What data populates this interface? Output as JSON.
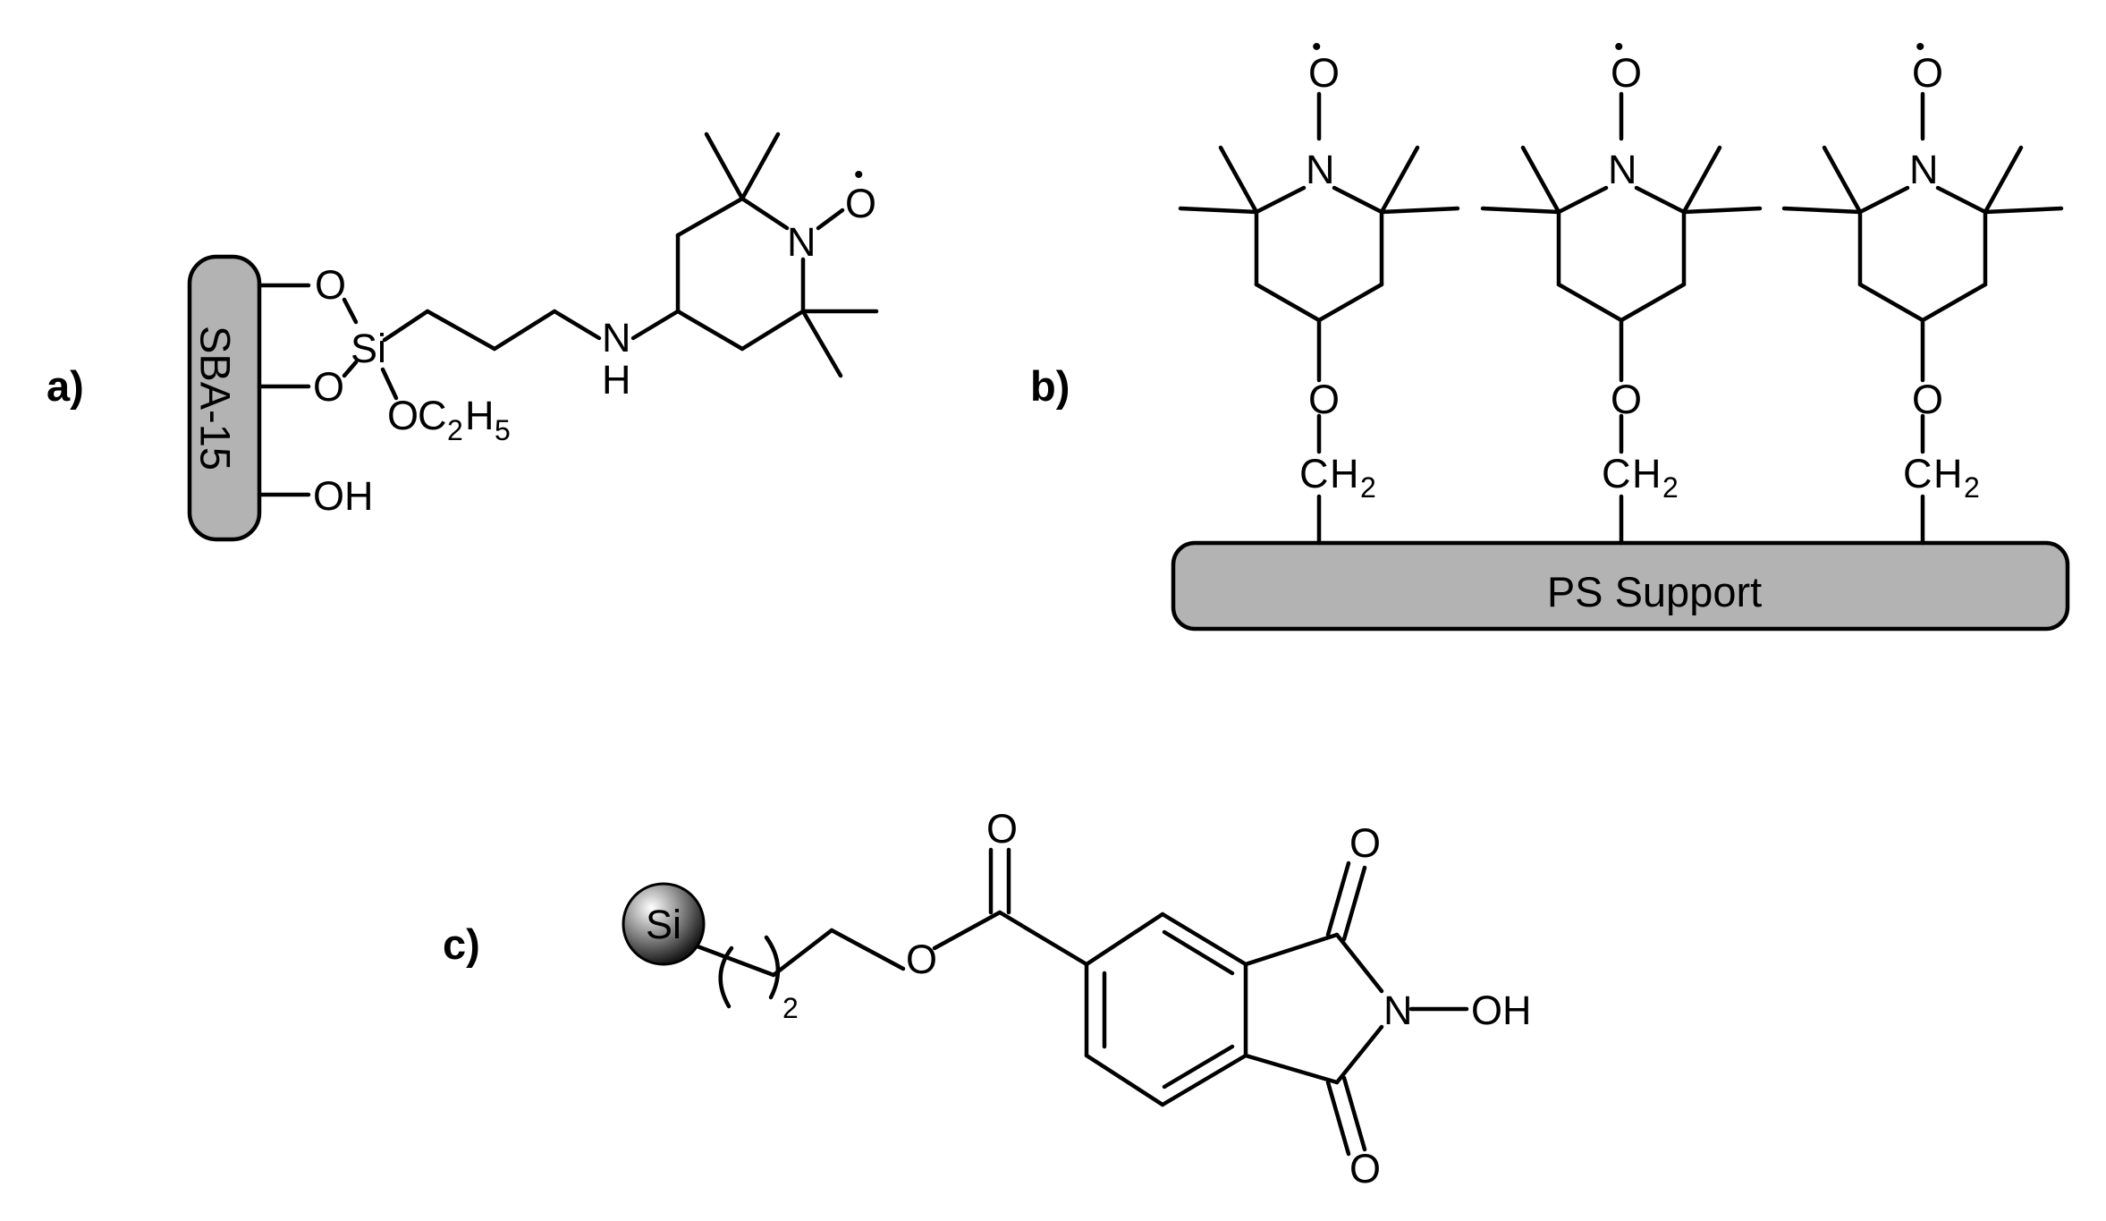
{
  "panels": {
    "a": {
      "label": "a)",
      "support_label": "SBA-15",
      "atoms": {
        "o_upper": "O",
        "o_lower": "O",
        "si": "Si",
        "oh": "OH",
        "ethoxy_o": "O",
        "ethoxy_c": "C",
        "ethoxy_c_sub": "2",
        "ethoxy_h": "H",
        "ethoxy_h_sub": "5",
        "amine_n": "N",
        "amine_h": "H",
        "nitroxyl_n": "N",
        "nitroxyl_o": "O",
        "radical_dot": "•"
      }
    },
    "b": {
      "label": "b)",
      "support_label": "PS Support",
      "units": [
        {
          "n": "N",
          "o_top": "O",
          "radical_dot": "•",
          "o_link": "O",
          "ch2_c": "C",
          "ch2_h": "H",
          "ch2_sub": "2"
        },
        {
          "n": "N",
          "o_top": "O",
          "radical_dot": "•",
          "o_link": "O",
          "ch2_c": "C",
          "ch2_h": "H",
          "ch2_sub": "2"
        },
        {
          "n": "N",
          "o_top": "O",
          "radical_dot": "•",
          "o_link": "O",
          "ch2_c": "C",
          "ch2_h": "H",
          "ch2_sub": "2"
        }
      ]
    },
    "c": {
      "label": "c)",
      "sphere_label": "Si",
      "repeat_subscript": "2",
      "atoms": {
        "ester_o": "O",
        "carbonyl_o": "O",
        "imide_o_top": "O",
        "imide_o_bottom": "O",
        "imide_n": "N",
        "hydroxyl": "OH"
      }
    }
  },
  "colors": {
    "support_fill": "#b3b3b3",
    "line": "#000000"
  }
}
